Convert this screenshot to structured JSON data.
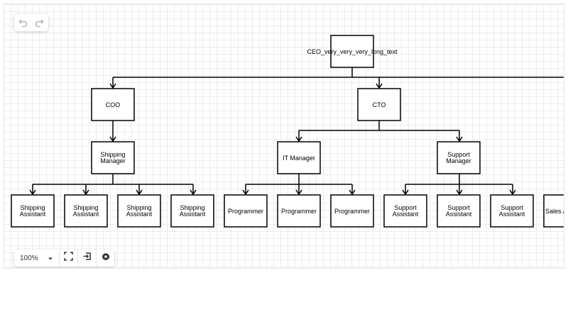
{
  "toolbar": {
    "undo_icon": "undo-icon",
    "redo_icon": "redo-icon"
  },
  "zoom": {
    "value": "100%",
    "dropdown_icon": "caret-down-icon",
    "fit_icon": "fit-screen-icon",
    "enter_icon": "enter-icon",
    "settings_icon": "gear-icon"
  },
  "org_chart": {
    "root": {
      "label": "CEO_very_very_very_long_text"
    },
    "level1": [
      {
        "label": "COO"
      },
      {
        "label": "CTO"
      }
    ],
    "level2": [
      {
        "label_line1": "Shipping",
        "label_line2": "Manager"
      },
      {
        "label_line1": "IT Manager",
        "label_line2": ""
      },
      {
        "label_line1": "Support",
        "label_line2": "Manager"
      }
    ],
    "level3": [
      {
        "label_line1": "Shipping",
        "label_line2": "Assistant"
      },
      {
        "label_line1": "Shipping",
        "label_line2": "Assistant"
      },
      {
        "label_line1": "Shipping",
        "label_line2": "Assistant"
      },
      {
        "label_line1": "Shipping",
        "label_line2": "Assistant"
      },
      {
        "label_line1": "Programmer",
        "label_line2": ""
      },
      {
        "label_line1": "Programmer",
        "label_line2": ""
      },
      {
        "label_line1": "Programmer",
        "label_line2": ""
      },
      {
        "label_line1": "Support",
        "label_line2": "Assistant"
      },
      {
        "label_line1": "Support",
        "label_line2": "Assistant"
      },
      {
        "label_line1": "Support",
        "label_line2": "Assistant"
      },
      {
        "label_line1": "Sales A",
        "label_line2": ""
      }
    ]
  },
  "colors": {
    "grid": "#ececec",
    "stroke": "#000000",
    "icon": "#333333",
    "icon_disabled": "#b5b5b5"
  }
}
